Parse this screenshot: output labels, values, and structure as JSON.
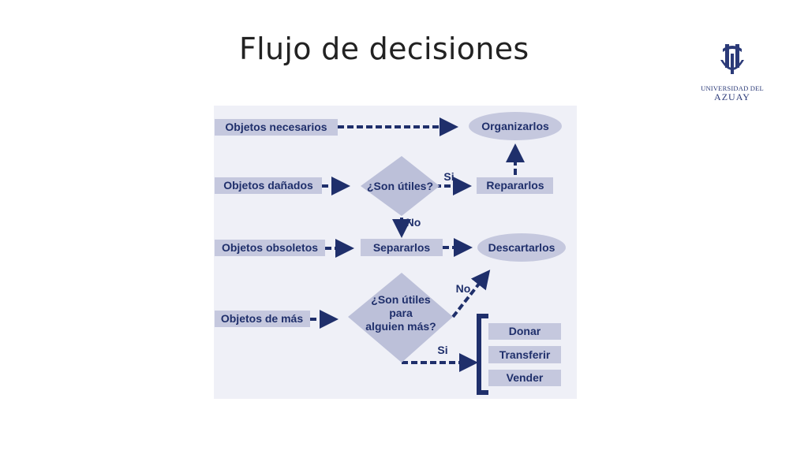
{
  "title": "Flujo de decisiones",
  "logo": {
    "line1": "UNIVERSIDAD DEL",
    "line2": "AZUAY",
    "color": "#2b3a78",
    "icon": "university-crest-icon"
  },
  "colors": {
    "background": "#eff0f7",
    "box": "#c5c8de",
    "diamond": "#bcc0d9",
    "ellipse": "#c5c8de",
    "arrow": "#1f2f6b",
    "text": "#1f2f6b"
  },
  "diagram": {
    "inputs": [
      "Objetos necesarios",
      "Objetos dañados",
      "Objetos obsoletos",
      "Objetos de más"
    ],
    "decision1": "¿Son útiles?",
    "decision2": [
      "¿Son útiles",
      "para",
      "alguien más?"
    ],
    "yes_label": "Si",
    "no_label": "No",
    "actions": {
      "organize": "Organizarlos",
      "repair": "Repararlos",
      "separate": "Separarlos",
      "discard": "Descartarlos"
    },
    "options": [
      "Donar",
      "Transferir",
      "Vender"
    ]
  }
}
